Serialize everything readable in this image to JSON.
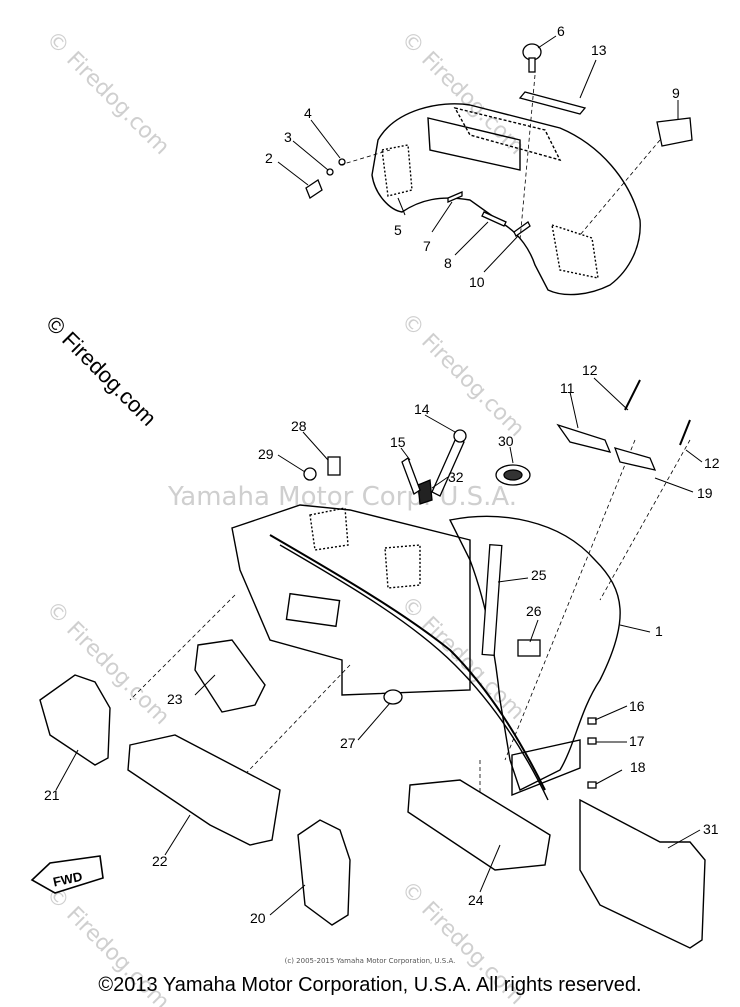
{
  "watermark": {
    "brand": "© Firedog.com",
    "center_text": "Yamaha Motor Corp. U.S.A."
  },
  "callouts": {
    "c1": "1",
    "c2": "2",
    "c3": "3",
    "c4": "4",
    "c5": "5",
    "c6": "6",
    "c7": "7",
    "c8": "8",
    "c9": "9",
    "c10": "10",
    "c11": "11",
    "c12a": "12",
    "c12b": "12",
    "c13": "13",
    "c14": "14",
    "c15": "15",
    "c16": "16",
    "c17": "17",
    "c18": "18",
    "c19": "19",
    "c20": "20",
    "c21": "21",
    "c22": "22",
    "c23": "23",
    "c24": "24",
    "c25": "25",
    "c26": "26",
    "c27": "27",
    "c28": "28",
    "c29": "29",
    "c30": "30",
    "c31": "31",
    "c32": "32"
  },
  "fwd_label": "FWD",
  "footer": {
    "small_copyright": "(c) 2005-2015 Yamaha Motor Corporation, U.S.A.",
    "copyright": "©2013 Yamaha Motor Corporation, U.S.A. All rights reserved."
  }
}
